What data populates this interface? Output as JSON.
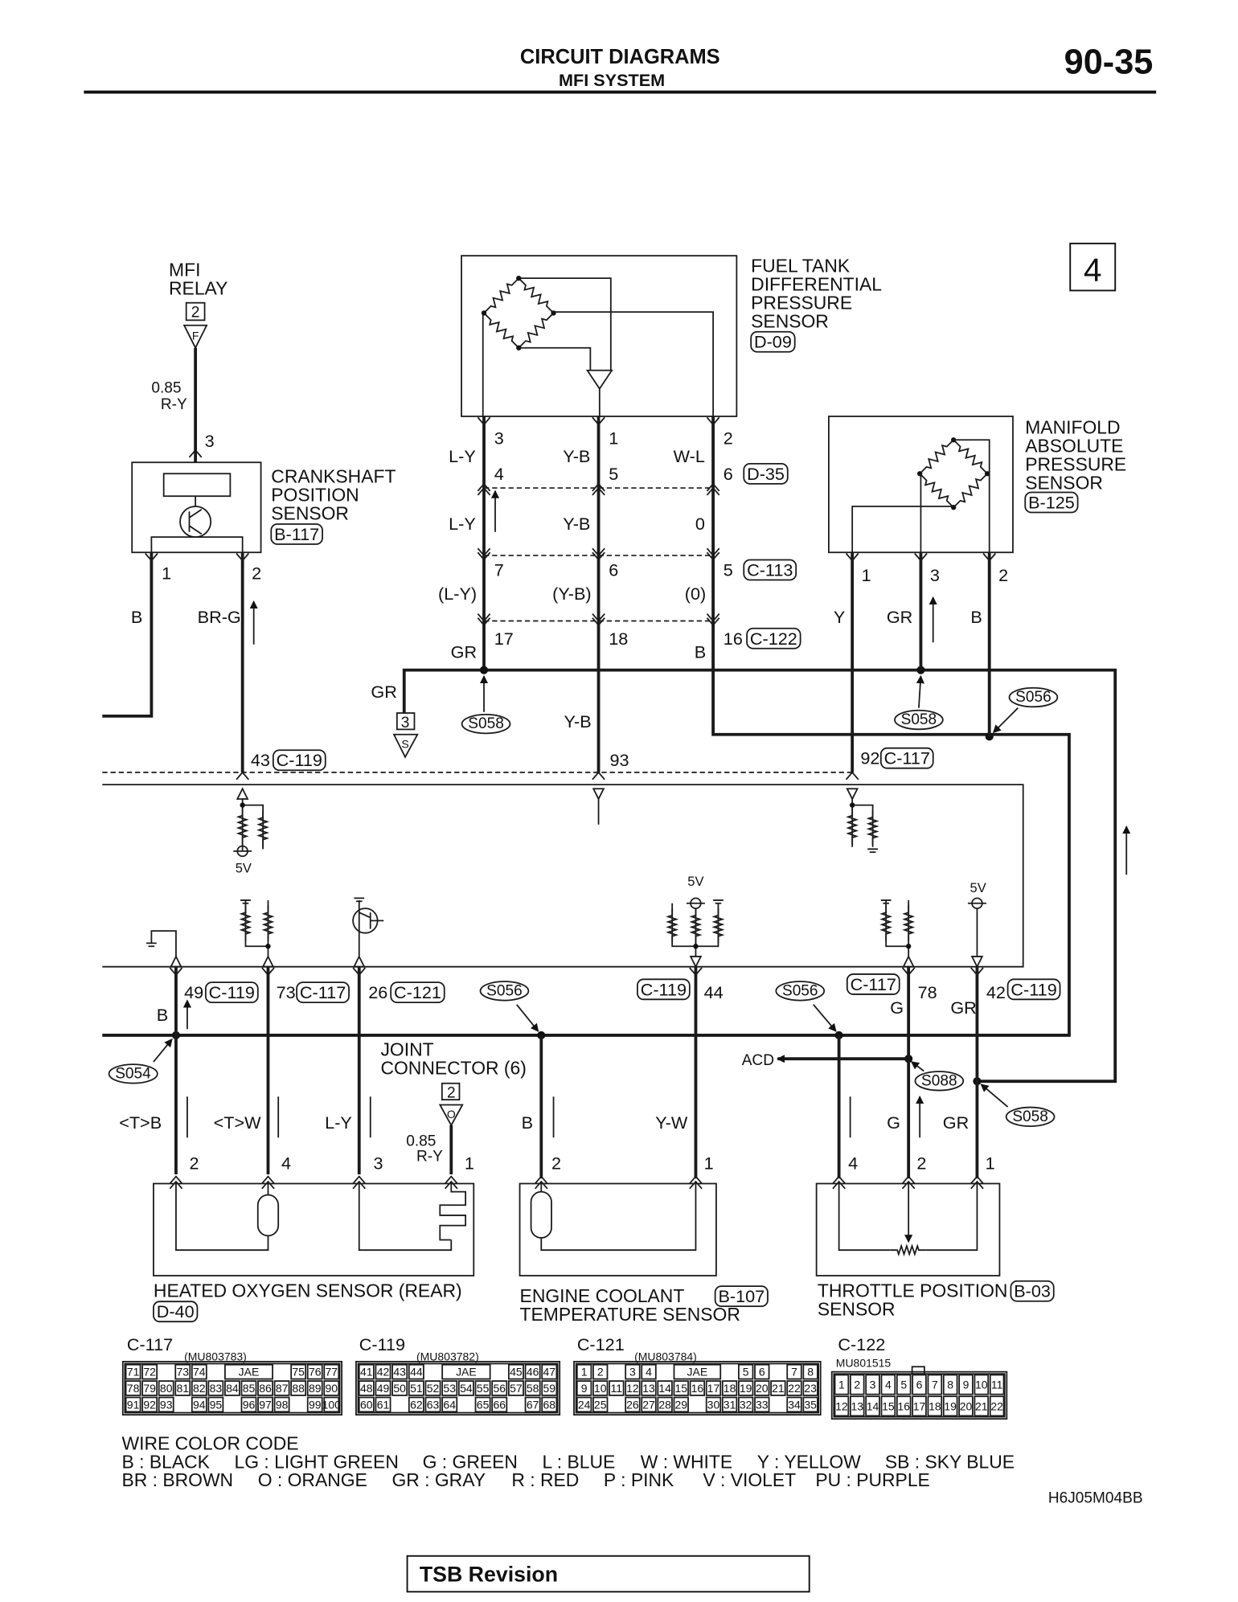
{
  "header": {
    "title": "CIRCUIT DIAGRAMS",
    "subtitle": "MFI SYSTEM",
    "page": "90-35"
  },
  "diagram_number": "4",
  "mfi_relay": {
    "name": [
      "MFI",
      "RELAY"
    ],
    "pin": "2",
    "terminal": "F",
    "wire_size": "0.85",
    "wire_color": "R-Y"
  },
  "crankshaft_sensor": {
    "name": [
      "CRANKSHAFT",
      "POSITION",
      "SENSOR"
    ],
    "connector": "B-117",
    "input_pin": "3",
    "pins": [
      "1",
      "2"
    ],
    "wire_colors": [
      "B",
      "BR-G"
    ],
    "ecu_pin": "43",
    "ecu_connector": "C-119"
  },
  "fuel_tank_sensor": {
    "name": [
      "FUEL TANK",
      "DIFFERENTIAL",
      "PRESSURE",
      "SENSOR"
    ],
    "connector": "D-09",
    "pins": [
      "3",
      "1",
      "2"
    ],
    "colors_1": [
      "L-Y",
      "Y-B",
      "W-L"
    ],
    "d35_pins": [
      "4",
      "5",
      "6"
    ],
    "d35": "D-35",
    "colors_2": [
      "L-Y",
      "Y-B",
      "0"
    ],
    "c113_pins": [
      "7",
      "6",
      "5"
    ],
    "c113": "C-113",
    "colors_3": [
      "(L-Y)",
      "(Y-B)",
      "(0)"
    ],
    "c122_pins": [
      "17",
      "18",
      "16"
    ],
    "c122": "C-122",
    "colors_4": [
      "GR",
      "Y-B",
      "B"
    ],
    "gr_branch": "GR",
    "gr_pin": "3",
    "gr_terminal": "S",
    "ecu_pin": "93"
  },
  "map_sensor": {
    "name": [
      "MANIFOLD",
      "ABSOLUTE",
      "PRESSURE",
      "SENSOR"
    ],
    "connector": "B-125",
    "pins": [
      "1",
      "3",
      "2"
    ],
    "wire_colors": [
      "Y",
      "GR",
      "B"
    ],
    "ecu_pin": "92",
    "ecu_connector": "C-117"
  },
  "splices": {
    "s058_a": "S058",
    "s058_b": "S058",
    "s056_a": "S056",
    "s054": "S054",
    "s056_b": "S056",
    "s056_c": "S056",
    "s088": "S088",
    "s058_c": "S058"
  },
  "ecu": {
    "v5_a": "5V",
    "v5_b": "5V",
    "v5_c": "5V"
  },
  "lower": {
    "p49": "49",
    "c49": "C-119",
    "p73": "73",
    "c73": "C-117",
    "p26": "26",
    "c26": "C-121",
    "c44": "C-119",
    "p44": "44",
    "c78": "C-117",
    "p78": "78",
    "p42": "42",
    "c42": "C-119",
    "b_top": "B",
    "g_top": "G",
    "gr_top": "GR",
    "joint": [
      "JOINT",
      "CONNECTOR (6)"
    ],
    "joint_pin": "2",
    "joint_terminal": "O",
    "joint_size": "0.85",
    "joint_color": "R-Y",
    "acd": "ACD",
    "colors": [
      "<T>B",
      "<T>W",
      "L-Y",
      "B",
      "Y-W",
      "G",
      "GR"
    ],
    "pins": [
      "2",
      "4",
      "3",
      "1",
      "2",
      "1",
      "4",
      "2",
      "1"
    ]
  },
  "ho2s": {
    "name": "HEATED OXYGEN SENSOR (REAR)",
    "connector": "D-40"
  },
  "ect": {
    "name": [
      "ENGINE COOLANT",
      "TEMPERATURE SENSOR"
    ],
    "connector": "B-107"
  },
  "tps": {
    "name": [
      "THROTTLE POSITION",
      "SENSOR"
    ],
    "connector": "B-03"
  },
  "connector_views": [
    {
      "id": "C-117",
      "part": "(MU803783)",
      "rows": [
        [
          "71",
          "72",
          "",
          "73",
          "74",
          "",
          "JAE",
          "",
          "75",
          "76",
          "77"
        ],
        [
          "78",
          "79",
          "80",
          "81",
          "82",
          "83",
          "84",
          "85",
          "86",
          "87",
          "88",
          "89",
          "90"
        ],
        [
          "91",
          "92",
          "93",
          "",
          "94",
          "95",
          "",
          "96",
          "97",
          "98",
          "",
          "99",
          "100"
        ]
      ]
    },
    {
      "id": "C-119",
      "part": "(MU803782)",
      "rows": [
        [
          "41",
          "42",
          "43",
          "44",
          "",
          "JAE",
          "",
          "45",
          "46",
          "47"
        ],
        [
          "48",
          "49",
          "50",
          "51",
          "52",
          "53",
          "54",
          "55",
          "56",
          "57",
          "58",
          "59"
        ],
        [
          "60",
          "61",
          "",
          "62",
          "63",
          "64",
          "",
          "65",
          "66",
          "",
          "67",
          "68"
        ]
      ]
    },
    {
      "id": "C-121",
      "part": "(MU803784)",
      "rows": [
        [
          "1",
          "2",
          "",
          "3",
          "4",
          "",
          "JAE",
          "",
          "5",
          "6",
          "",
          "7",
          "8"
        ],
        [
          "9",
          "10",
          "11",
          "12",
          "13",
          "14",
          "15",
          "16",
          "17",
          "18",
          "19",
          "20",
          "21",
          "22",
          "23"
        ],
        [
          "24",
          "25",
          "",
          "26",
          "27",
          "28",
          "29",
          "",
          "30",
          "31",
          "32",
          "33",
          "",
          "34",
          "35"
        ]
      ]
    },
    {
      "id": "C-122",
      "part": "MU801515",
      "rows": [
        [
          "1",
          "2",
          "3",
          "4",
          "5",
          "6",
          "7",
          "8",
          "9",
          "10",
          "11"
        ],
        [
          "12",
          "13",
          "14",
          "15",
          "16",
          "17",
          "18",
          "19",
          "20",
          "21",
          "22"
        ]
      ]
    }
  ],
  "wire_color_code": {
    "title": "WIRE COLOR CODE",
    "line1": [
      "B : BLACK",
      "LG : LIGHT GREEN",
      "G : GREEN",
      "L : BLUE",
      "W : WHITE",
      "Y : YELLOW",
      "SB : SKY BLUE"
    ],
    "line2": [
      "BR : BROWN",
      "O : ORANGE",
      "GR : GRAY",
      "R : RED",
      "P : PINK",
      "V : VIOLET",
      "PU : PURPLE"
    ]
  },
  "figure_code": "H6J05M04BB",
  "footer": {
    "tsb": "TSB Revision"
  }
}
